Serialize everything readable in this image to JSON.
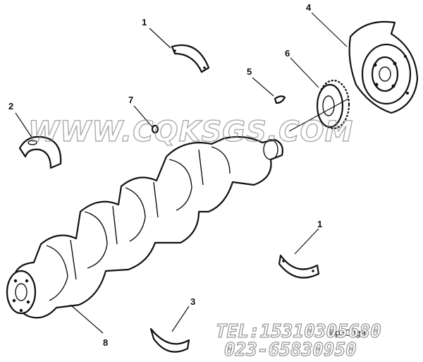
{
  "diagram": {
    "callouts": [
      {
        "id": "c1a",
        "label": "1"
      },
      {
        "id": "c2",
        "label": "2"
      },
      {
        "id": "c3",
        "label": "3"
      },
      {
        "id": "c4",
        "label": "4"
      },
      {
        "id": "c5",
        "label": "5"
      },
      {
        "id": "c6",
        "label": "6"
      },
      {
        "id": "c7",
        "label": "7"
      },
      {
        "id": "c8",
        "label": "8"
      },
      {
        "id": "c1b",
        "label": "1"
      }
    ],
    "figure_code": "bp300ga"
  },
  "watermark": {
    "site": "WWW.CQKSGS.COM",
    "tel": "TEL:15310305680",
    "phone": "023-65830950"
  }
}
